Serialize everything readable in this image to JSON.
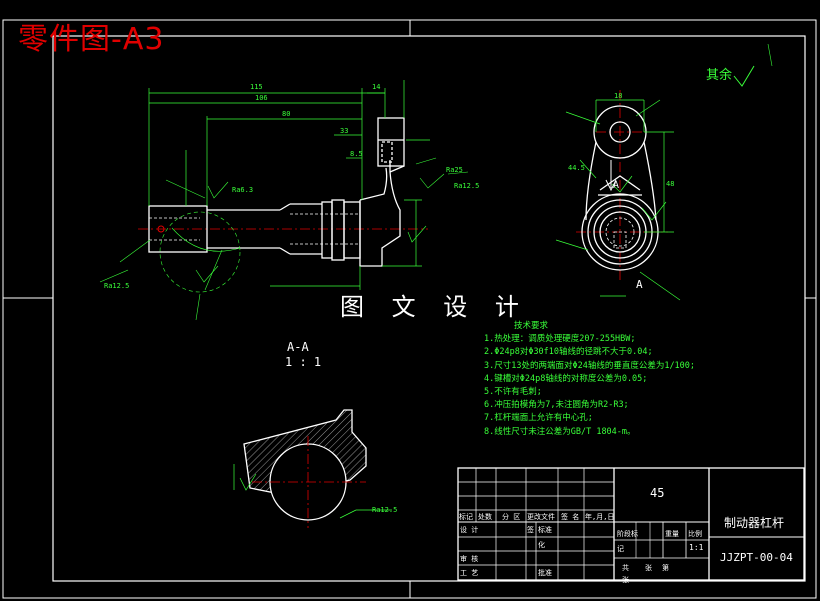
{
  "header": {
    "title": "零件图-A3"
  },
  "watermark": "图 文 设 计",
  "roughness_note": "其余",
  "section": {
    "label": "A-A",
    "scale": "1 : 1"
  },
  "view_marker": "A",
  "dimensions": {
    "d1": "115",
    "d2": "106",
    "d3": "80",
    "d4": "14",
    "d5": "33",
    "d6": "8.5",
    "d7": "18",
    "d8": "44.5",
    "d9": "48",
    "ra1": "Ra6.3",
    "ra2": "Ra12.5",
    "ra3": "Ra25",
    "ra4": "Ra12.5",
    "ra5": "Ra12.5"
  },
  "tech_notes": {
    "heading": "技术要求",
    "items": [
      "1.热处理：调质处理硬度207-255HBW;",
      "2.Φ24p8对Φ30f10轴线的径跳不大于0.04;",
      "3.尺寸13处的两端面对Φ24轴线的垂直度公差为1/100;",
      "4.键槽对Φ24p8轴线的对称度公差为0.05;",
      "5.不许有毛刺;",
      "6.冲压拍模角为7,未注圆角为R2-R3;",
      "7.杠杆端面上允许有中心孔;",
      "8.线性尺寸未注公差为GB/T 1804-m。"
    ]
  },
  "title_block": {
    "material": "45",
    "part_name": "制动器杠杆",
    "drawing_no": "JJZPT-00-04",
    "scale": "1:1",
    "cols": [
      "标记",
      "处数",
      "分 区",
      "更改文件",
      "签 名",
      "年,月,日"
    ],
    "design": "设 计",
    "standard": "标准",
    "standard2": "化",
    "sign": "签",
    "review": "审 核",
    "craft": "工 艺",
    "approve": "批准",
    "stage": "阶段标",
    "weight": "重量",
    "ratio": "比例",
    "mark": "记",
    "total": "共",
    "sheet": "张",
    "sheetno": "第",
    "page": "张"
  },
  "colors": {
    "frame": "#ffffff",
    "geometry": "#ffffff",
    "dimension": "#39ff39",
    "center": "#e00000",
    "title": "#e00000"
  }
}
